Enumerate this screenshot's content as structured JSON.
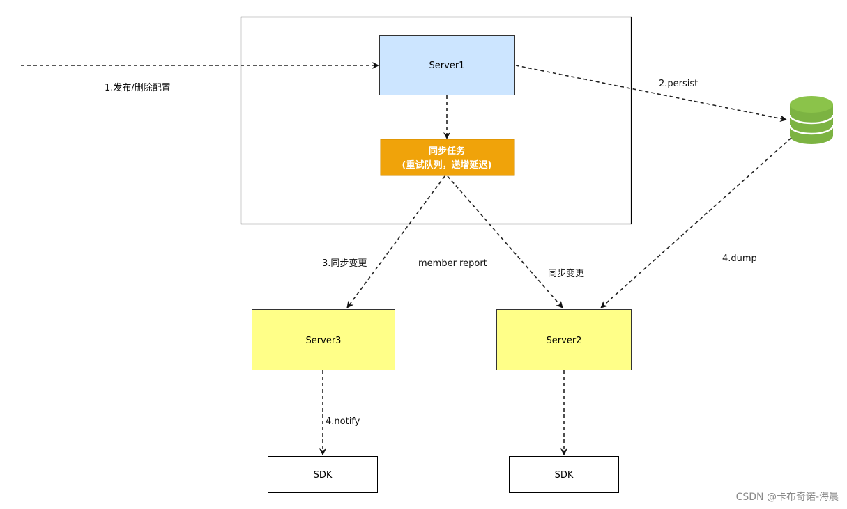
{
  "nodes": {
    "server1": "Server1",
    "sync_task_line1": "同步任务",
    "sync_task_line2": "(重试队列，递增延迟)",
    "server3": "Server3",
    "server2": "Server2",
    "sdk_left": "SDK",
    "sdk_right": "SDK"
  },
  "edges": {
    "publish_delete": "1.发布/删除配置",
    "persist": "2.persist",
    "sync_change_3": "3.同步变更",
    "member_report": "member report",
    "sync_change": "同步变更",
    "dump": "4.dump",
    "notify": "4.notify"
  },
  "colors": {
    "server1_fill": "#cce5ff",
    "task_fill": "#f0a30a",
    "server_yellow": "#ffff88",
    "database": "#7cb342"
  },
  "icons": {
    "database": "database-icon"
  },
  "watermark": "CSDN @卡布奇诺-海晨"
}
